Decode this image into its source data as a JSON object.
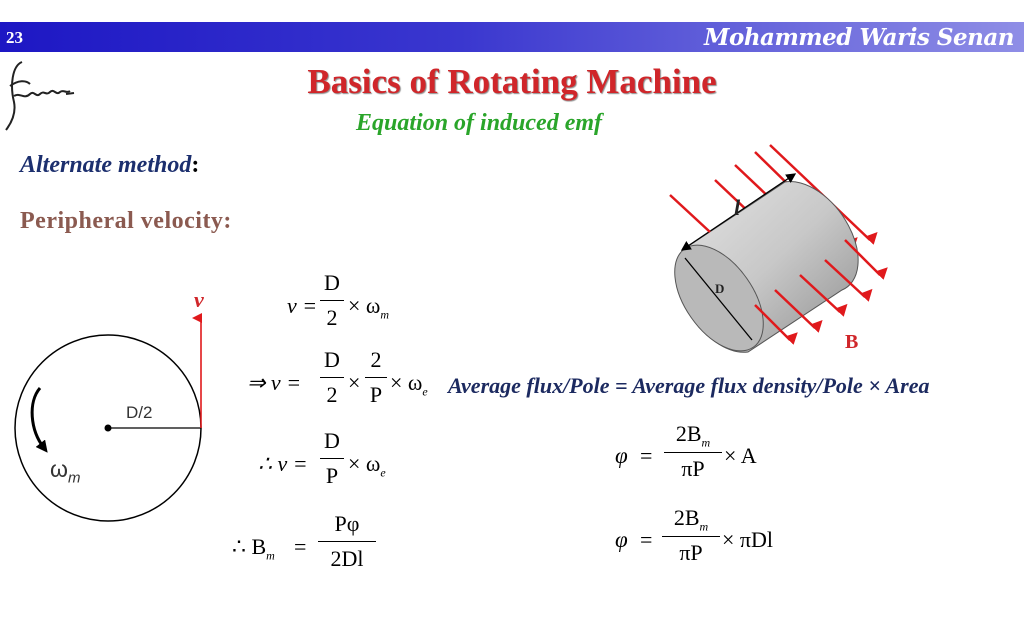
{
  "header": {
    "slide_number": "23",
    "author": "Mohammed Waris Senan"
  },
  "signature": "Senan",
  "title": "Basics of Rotating Machine",
  "subtitle": "Equation of induced emf",
  "section": {
    "method_label": "Alternate method",
    "method_colon": ":",
    "peripheral_label": "Peripheral velocity:"
  },
  "circle_diagram": {
    "velocity_label": "v",
    "radius_label": "D/2",
    "omega_symbol": "ω",
    "omega_subscript": "m"
  },
  "cylinder_diagram": {
    "length_label": "l",
    "diameter_label": "D",
    "field_label": "B"
  },
  "equations": {
    "eq1": {
      "lhs": "v =",
      "num": "D",
      "den": "2",
      "times": "× ω",
      "sub": "m"
    },
    "eq2": {
      "prefix": "⇒ v =",
      "num1": "D",
      "den1": "2",
      "times1": "×",
      "num2": "2",
      "den2": "P",
      "times2": "× ω",
      "sub": "e"
    },
    "eq3": {
      "prefix": "∴ v =",
      "num": "D",
      "den": "P",
      "times": "× ω",
      "sub": "e"
    },
    "eq4": {
      "prefix": "∴ B",
      "sub": "m",
      "equals": "=",
      "num": "Pφ",
      "den": "2Dl"
    },
    "eq5": {
      "lhs": "φ",
      "equals": "=",
      "num": "2B",
      "num_sub": "m",
      "den": "πP",
      "times": "× A"
    },
    "eq6": {
      "lhs": "φ",
      "equals": "=",
      "num": "2B",
      "num_sub": "m",
      "den": "πP",
      "times": "× πDl"
    }
  },
  "avg_flux_statement": "Average flux/Pole = Average flux density/Pole × Area",
  "colors": {
    "header_bar": "#1d17c4",
    "title": "#d0262a",
    "subtitle": "#2aa52a",
    "method": "#1c2f6e",
    "peripheral": "#8b5a50",
    "arrows": "#e0191c"
  }
}
